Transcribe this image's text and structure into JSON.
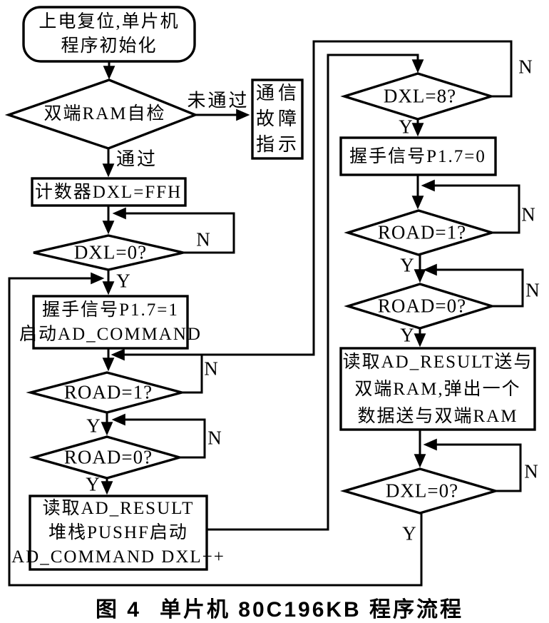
{
  "figure": {
    "caption_prefix": "图 4",
    "caption_title": "单片机 80C196KB 程序流程"
  },
  "colors": {
    "line": "#000000",
    "background": "#ffffff",
    "text": "#000000"
  },
  "nodes": {
    "start": {
      "type": "terminal",
      "lines": [
        "上电复位,单片机",
        "程序初始化"
      ]
    },
    "ram_check": {
      "type": "decision",
      "label": "双端RAM自检"
    },
    "comm_fault": {
      "type": "process",
      "lines": [
        "通信",
        "故障",
        "指示"
      ]
    },
    "counter_init": {
      "type": "process",
      "label": "计数器DXL=FFH"
    },
    "dxl_zero_left": {
      "type": "decision",
      "label": "DXL=0?"
    },
    "handshake_high": {
      "type": "process",
      "lines": [
        "握手信号P1.7=1",
        "启动AD_COMMAND"
      ]
    },
    "road_one_left": {
      "type": "decision",
      "label": "ROAD=1?"
    },
    "road_zero_left": {
      "type": "decision",
      "label": "ROAD=0?"
    },
    "read_push": {
      "type": "process",
      "lines": [
        "读取AD_RESULT",
        "堆栈PUSHF启动",
        "AD_COMMAND DXL++"
      ]
    },
    "dxl_eight": {
      "type": "decision",
      "label": "DXL=8?"
    },
    "handshake_low": {
      "type": "process",
      "label": "握手信号P1.7=0"
    },
    "road_one_right": {
      "type": "decision",
      "label": "ROAD=1?"
    },
    "road_zero_right": {
      "type": "decision",
      "label": "ROAD=0?"
    },
    "read_send": {
      "type": "process",
      "lines": [
        "读取AD_RESULT送与",
        "双端RAM,弹出一个",
        "数据送与双端RAM"
      ]
    },
    "dxl_zero_right": {
      "type": "decision",
      "label": "DXL=0?"
    }
  },
  "edge_labels": {
    "pass": "通过",
    "fail": "未通过",
    "yes": "Y",
    "no": "N"
  }
}
